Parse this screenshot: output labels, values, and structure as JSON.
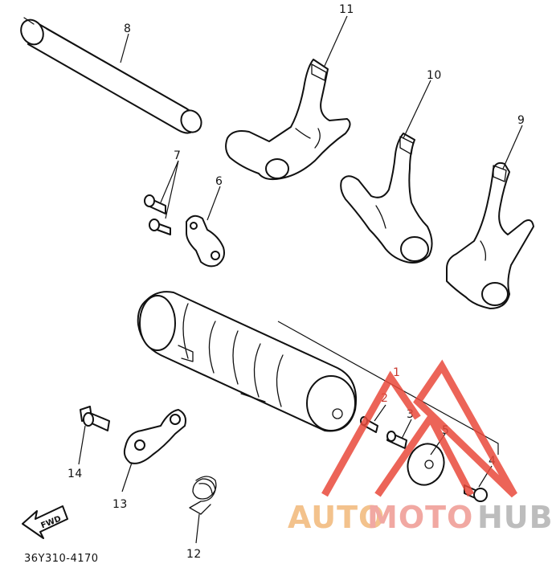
{
  "diagram": {
    "callouts": {
      "p1": "1",
      "p2": "2",
      "p3": "3",
      "p4": "4",
      "p5": "5",
      "p6": "6",
      "p7": "7",
      "p8": "8",
      "p9": "9",
      "p10": "10",
      "p11": "11",
      "p12": "12",
      "p13": "13",
      "p14": "14"
    },
    "fwd_label": "FWD",
    "drawing_code": "36Y310-4170"
  },
  "watermark": {
    "brand_auto": "AUTO",
    "brand_moto": "MOTO",
    "brand_hub": "HUB",
    "colors": {
      "auto": "#f3c28c",
      "moto": "#f1a8a2",
      "hub": "#bdbdbd",
      "triangle": "#e94a3c"
    }
  }
}
